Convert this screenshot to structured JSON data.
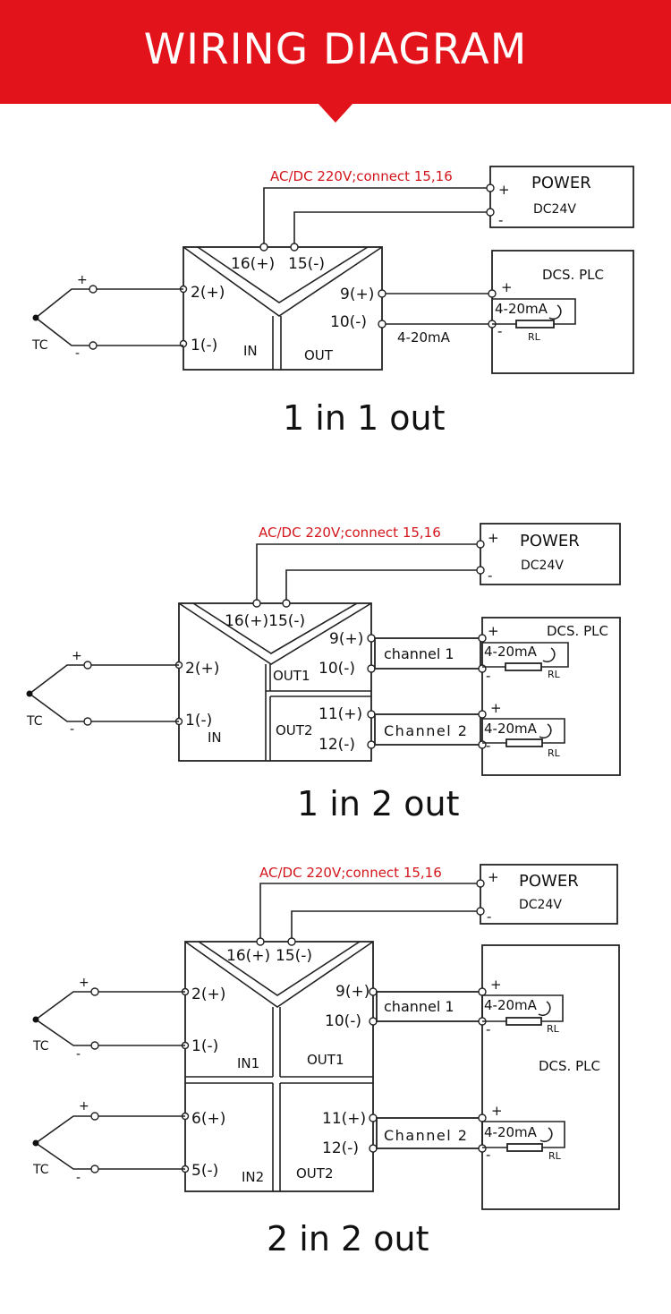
{
  "header": {
    "title": "WIRING DIAGRAM",
    "color": "#e3131b"
  },
  "labels": {
    "supply": "AC/DC 220V;connect 15,16",
    "power": "POWER",
    "dc24v": "DC24V",
    "plus": "+",
    "minus": "-",
    "dcs_plc": "DCS. PLC",
    "current": "4-20mA",
    "rl": "RL",
    "tc": "TC",
    "t16": "16(+)",
    "t15": "15(-)",
    "t2": "2(+)",
    "t1": "1(-)",
    "t6": "6(+)",
    "t5": "5(-)",
    "t9": "9(+)",
    "t10": "10(-)",
    "t11": "11(+)",
    "t12": "12(-)",
    "in": "IN",
    "in1": "IN1",
    "in2": "IN2",
    "out": "OUT",
    "out1": "OUT1",
    "out2": "OUT2",
    "channel1": "channel 1",
    "channel2": "Channel 2",
    "t16_15": "16(+)15(-)"
  },
  "captions": {
    "d1": "1 in 1 out",
    "d2": "1 in 2 out",
    "d3": "2 in 2 out"
  }
}
